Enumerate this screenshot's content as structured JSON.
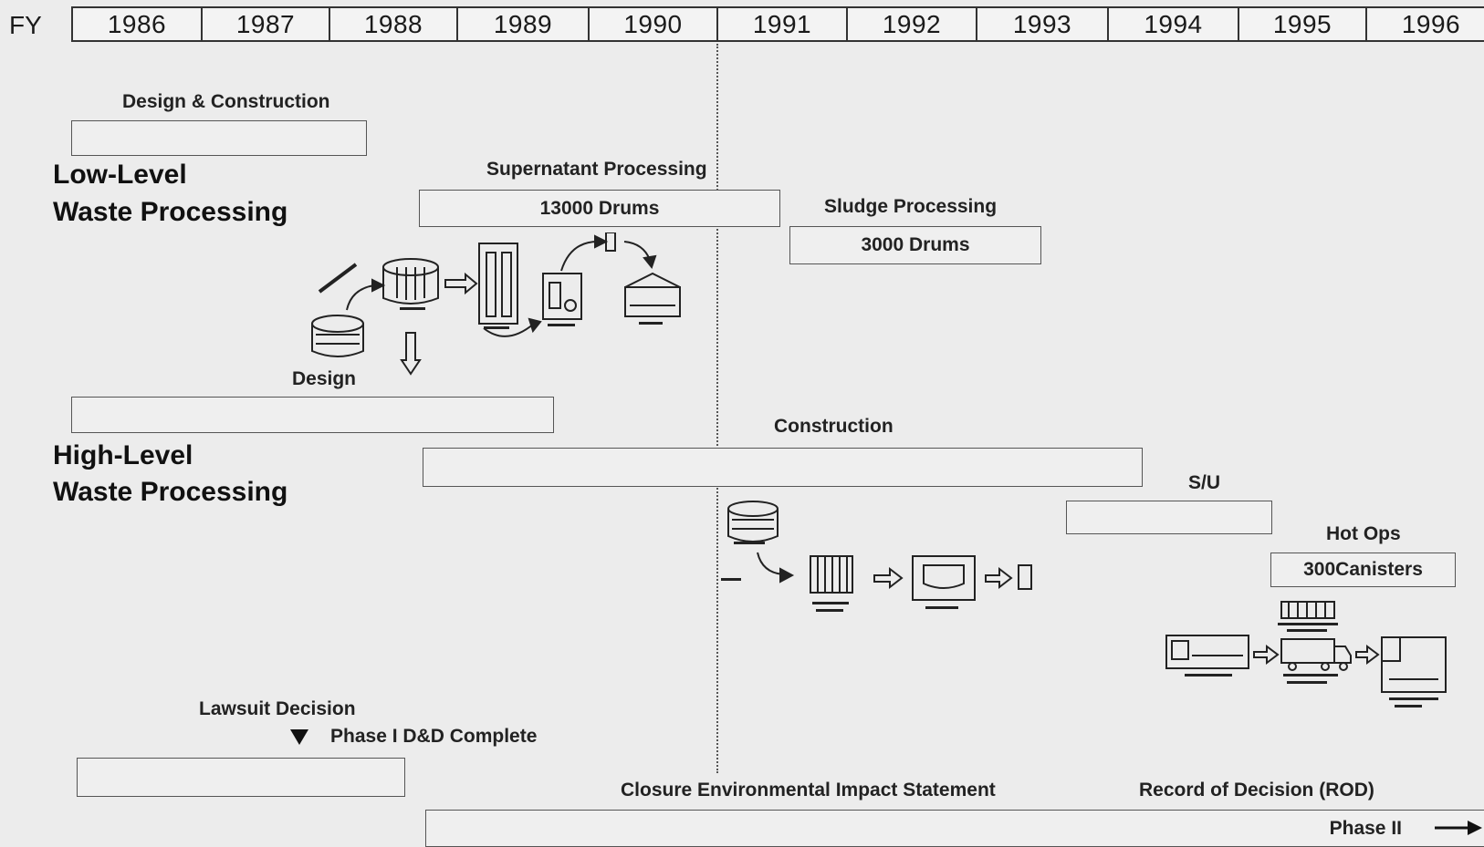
{
  "timeline": {
    "fy_label": "FY",
    "years": [
      "1986",
      "1987",
      "1988",
      "1989",
      "1990",
      "1991",
      "1992",
      "1993",
      "1994",
      "1995",
      "1996"
    ]
  },
  "low_level": {
    "title_line1": "Low-Level",
    "title_line2": "Waste Processing",
    "design_construction_label": "Design & Construction",
    "supernatant_label": "Supernatant Processing",
    "supernatant_bar": "13000 Drums",
    "sludge_label": "Sludge Processing",
    "sludge_bar": "3000 Drums"
  },
  "high_level": {
    "title_line1": "High-Level",
    "title_line2": "Waste Processing",
    "design_label": "Design",
    "construction_label": "Construction",
    "su_label": "S/U",
    "hot_ops_label": "Hot Ops",
    "hot_ops_bar": "300Canisters"
  },
  "closure": {
    "lawsuit_label": "Lawsuit Decision",
    "phase1_label": "Phase I D&D Complete",
    "eis_label": "Closure Environmental Impact Statement",
    "rod_label": "Record of Decision (ROD)",
    "phase2_label": "Phase II"
  }
}
